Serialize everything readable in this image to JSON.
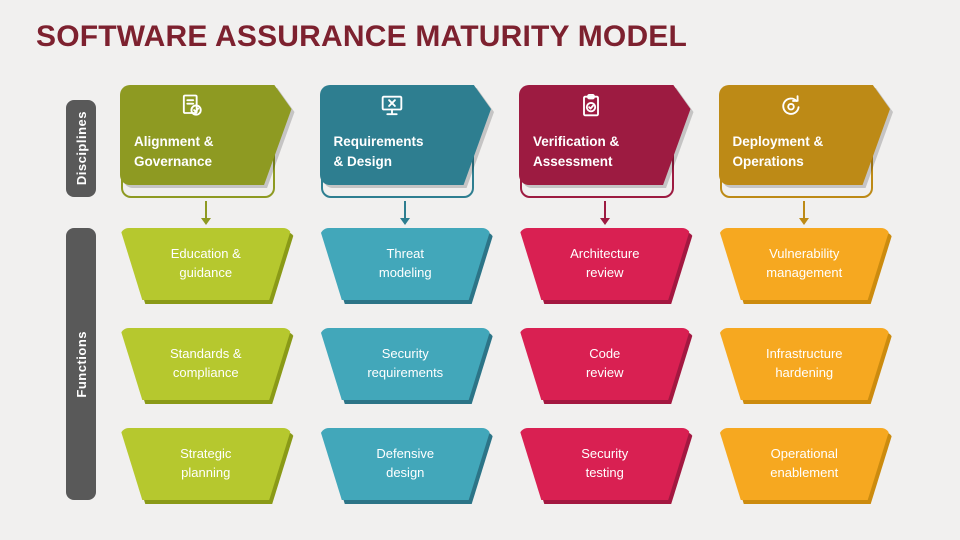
{
  "title": "SOFTWARE ASSURANCE MATURITY MODEL",
  "side_labels": {
    "disciplines": "Disciplines",
    "functions": "Functions"
  },
  "columns": [
    {
      "discipline": "Alignment &\nGovernance",
      "icon": "audit-document-icon",
      "colors": {
        "header": "#8e9a22",
        "function_box": "#b6c82e",
        "shadow": "#8a9a17"
      },
      "functions": [
        "Education &\nguidance",
        "Standards &\ncompliance",
        "Strategic\nplanning"
      ]
    },
    {
      "discipline": "Requirements\n& Design",
      "icon": "design-monitor-icon",
      "colors": {
        "header": "#2e7e90",
        "function_box": "#42a7ba",
        "shadow": "#2c7487"
      },
      "functions": [
        "Threat\nmodeling",
        "Security\nrequirements",
        "Defensive\ndesign"
      ]
    },
    {
      "discipline": "Verification &\nAssessment",
      "icon": "clipboard-check-icon",
      "colors": {
        "header": "#9d1b41",
        "function_box": "#d92052",
        "shadow": "#a31740"
      },
      "functions": [
        "Architecture\nreview",
        "Code\nreview",
        "Security\ntesting"
      ]
    },
    {
      "discipline": "Deployment &\nOperations",
      "icon": "deployment-cycle-icon",
      "colors": {
        "header": "#bd8a16",
        "function_box": "#f6a820",
        "shadow": "#cc8b0e"
      },
      "functions": [
        "Vulnerability\nmanagement",
        "Infrastructure\nhardening",
        "Operational\nenablement"
      ]
    }
  ]
}
